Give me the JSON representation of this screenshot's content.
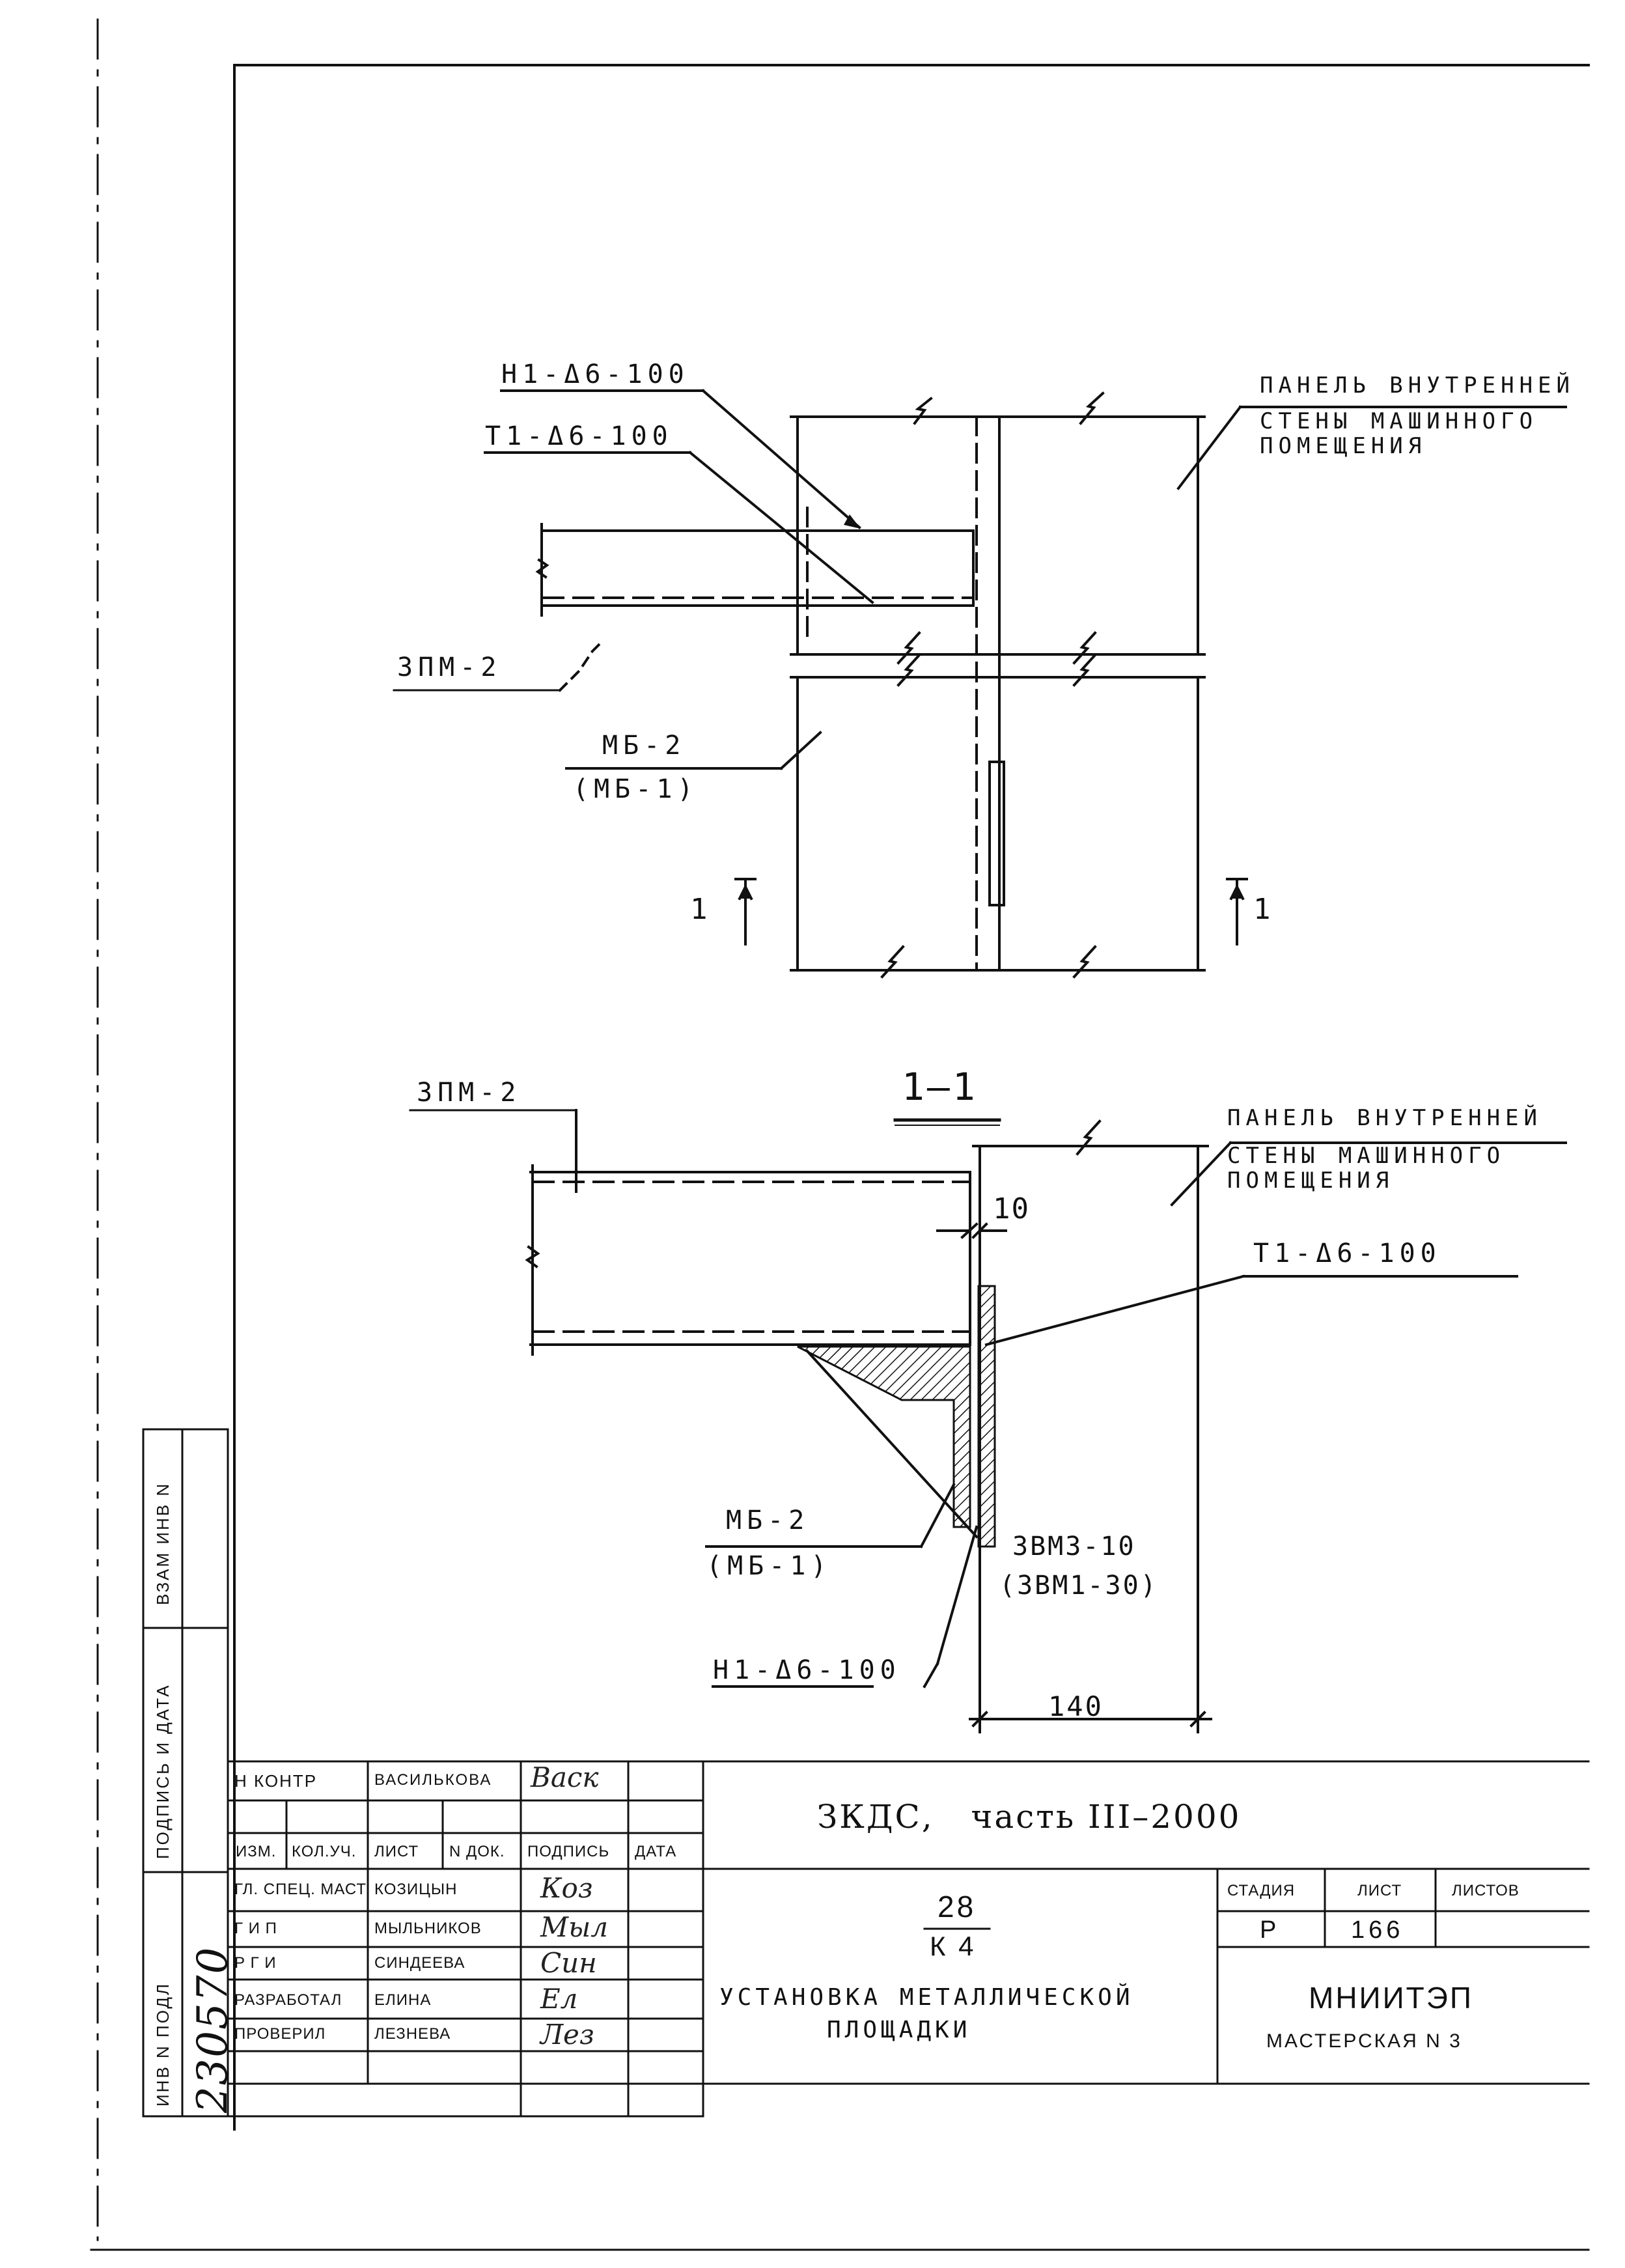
{
  "detail_top": {
    "callout_n1": "Н1-Δ6-100",
    "callout_t1": "Т1-Δ6-100",
    "callout_zpm": "ЗПМ-2",
    "callout_mb": "МБ-2",
    "callout_mb_alt": "(МБ-1)",
    "panel_label_line1": "ПАНЕЛЬ ВНУТРЕННЕЙ",
    "panel_label_line2": "СТЕНЫ МАШИННОГО",
    "panel_label_line3": "ПОМЕЩЕНИЯ",
    "section_mark_left": "1",
    "section_mark_right": "1"
  },
  "section_1_1": {
    "title": "1–1",
    "callout_zpm": "ЗПМ-2",
    "panel_label_line1": "ПАНЕЛЬ ВНУТРЕННЕЙ",
    "panel_label_line2": "СТЕНЫ МАШИННОГО",
    "panel_label_line3": "ПОМЕЩЕНИЯ",
    "dim_gap": "10",
    "callout_t1": "Т1-Δ6-100",
    "callout_mb": "МБ-2",
    "callout_mb_alt": "(МБ-1)",
    "callout_weld": "ЗВМ3-10",
    "callout_weld_alt": "(ЗВМ1-30)",
    "callout_n1": "Н1-Δ6-100",
    "dim_width": "140"
  },
  "side_stamp": {
    "inv_no_label": "ИНВ N ПОДЛ",
    "inv_no_value": "230570",
    "sign_date_label": "ПОДПИСЬ И ДАТА",
    "vzam_label": "ВЗАМ ИНВ N"
  },
  "title_block": {
    "project": "ЗКДС,   часть III–2000",
    "n_kontr_label": "Н КОНТР",
    "n_kontr_name": "ВАСИЛЬКОВА",
    "col_izm": "ИЗМ.",
    "col_koluch": "КОЛ.УЧ.",
    "col_list": "ЛИСТ",
    "col_ndok": "N ДОК.",
    "col_podpis": "ПОДПИСЬ",
    "col_data": "ДАТА",
    "roles": [
      {
        "role": "ГЛ. СПЕЦ. МАСТ",
        "name": "КОЗИЦЫН"
      },
      {
        "role": "Г И П",
        "name": "МЫЛЬНИКОВ"
      },
      {
        "role": "Р Г И",
        "name": "СИНДЕЕВА"
      },
      {
        "role": "РАЗРАБОТАЛ",
        "name": "ЕЛИНА"
      },
      {
        "role": "ПРОВЕРИЛ",
        "name": "ЛЕЗНЕВА"
      }
    ],
    "sheet_code_top": "28",
    "sheet_code_bottom": "К 4",
    "drawing_title_line1": "УСТАНОВКА МЕТАЛЛИЧЕСКОЙ",
    "drawing_title_line2": "ПЛОЩАДКИ",
    "stage_label": "СТАДИЯ",
    "sheet_label": "ЛИСТ",
    "sheets_label": "ЛИСТОВ",
    "stage_value": "Р",
    "sheet_value": "166",
    "sheets_value": "",
    "org_name": "МНИИТЭП",
    "org_dept": "МАСТЕРСКАЯ N 3"
  }
}
